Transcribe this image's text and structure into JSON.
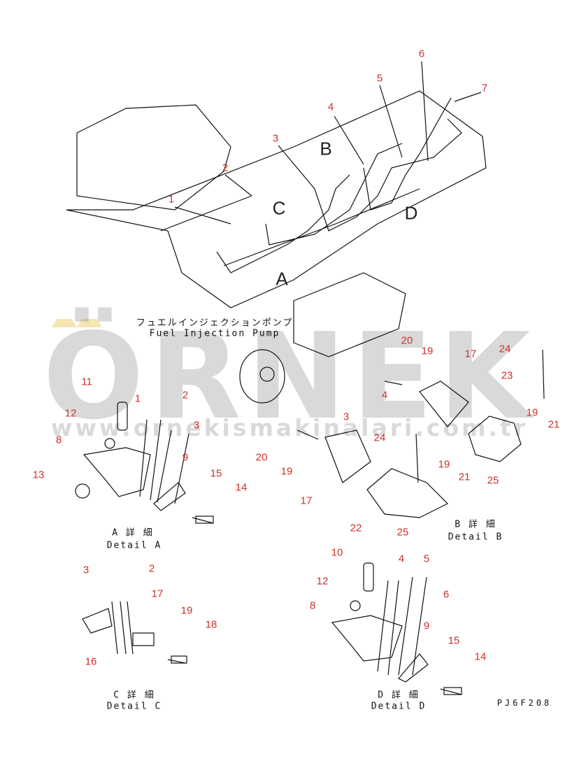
{
  "overview": {
    "callouts": [
      "1",
      "2",
      "3",
      "4",
      "5",
      "6",
      "7"
    ],
    "view_letters": [
      "A",
      "B",
      "C",
      "D"
    ],
    "pump_label_jp": "フュエルインジェクションポンプ",
    "pump_label_en": "Fuel Injection Pump"
  },
  "watermark": {
    "brand": "ÖRNEK",
    "url": "www.ornekismakinalari.com.tr"
  },
  "detail_a": {
    "callouts": [
      "11",
      "12",
      "8",
      "13",
      "1",
      "2",
      "3",
      "9",
      "15",
      "14"
    ],
    "title_jp": "A 詳 細",
    "title_en": "Detail A"
  },
  "detail_b": {
    "callouts": [
      "20",
      "19",
      "17",
      "24",
      "23",
      "4",
      "3",
      "19",
      "21",
      "24",
      "20",
      "19",
      "17",
      "19",
      "21",
      "25",
      "22",
      "25"
    ],
    "title_jp": "B 詳 細",
    "title_en": "Detail B"
  },
  "detail_c": {
    "callouts": [
      "3",
      "2",
      "17",
      "19",
      "18",
      "16"
    ],
    "title_jp": "C 詳 細",
    "title_en": "Detail C"
  },
  "detail_d": {
    "callouts": [
      "10",
      "4",
      "5",
      "12",
      "8",
      "6",
      "9",
      "15",
      "14"
    ],
    "title_jp": "D 詳 細",
    "title_en": "Detail D"
  },
  "drawing_code": "PJ6F208",
  "colors": {
    "callout": "#d0302a",
    "line": "#111111"
  }
}
